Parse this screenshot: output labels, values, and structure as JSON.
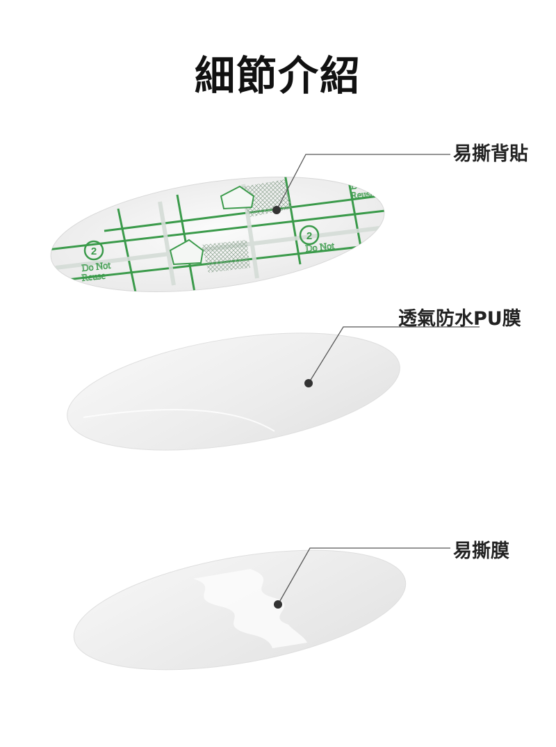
{
  "title": "細節介紹",
  "layers": [
    {
      "name": "易撕背貼",
      "print_text": [
        "Do Not",
        "Reuse"
      ],
      "print_mark": "2"
    },
    {
      "name": "透氣防水PU膜"
    },
    {
      "name": "易撕膜"
    }
  ],
  "colors": {
    "print_green": "#3a9a4a",
    "line": "#555555",
    "dot": "#333333",
    "text": "#222222"
  }
}
